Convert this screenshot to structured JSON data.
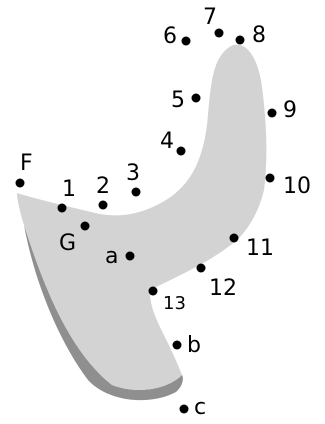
{
  "colors": {
    "shape_fill": "#d3d3d3",
    "shadow": "#8f8f8f",
    "dot": "#000000"
  },
  "points": [
    {
      "id": "p6",
      "label": "6"
    },
    {
      "id": "p7",
      "label": "7"
    },
    {
      "id": "p8",
      "label": "8"
    },
    {
      "id": "p5",
      "label": "5"
    },
    {
      "id": "p9",
      "label": "9"
    },
    {
      "id": "p4",
      "label": "4"
    },
    {
      "id": "pF",
      "label": "F"
    },
    {
      "id": "p1",
      "label": "1"
    },
    {
      "id": "p2",
      "label": "2"
    },
    {
      "id": "p3",
      "label": "3"
    },
    {
      "id": "p10",
      "label": "10"
    },
    {
      "id": "pG",
      "label": "G"
    },
    {
      "id": "pa",
      "label": "a"
    },
    {
      "id": "p11",
      "label": "11"
    },
    {
      "id": "p12",
      "label": "12"
    },
    {
      "id": "p13",
      "label": "13"
    },
    {
      "id": "pb",
      "label": "b"
    },
    {
      "id": "pc",
      "label": "c"
    }
  ]
}
